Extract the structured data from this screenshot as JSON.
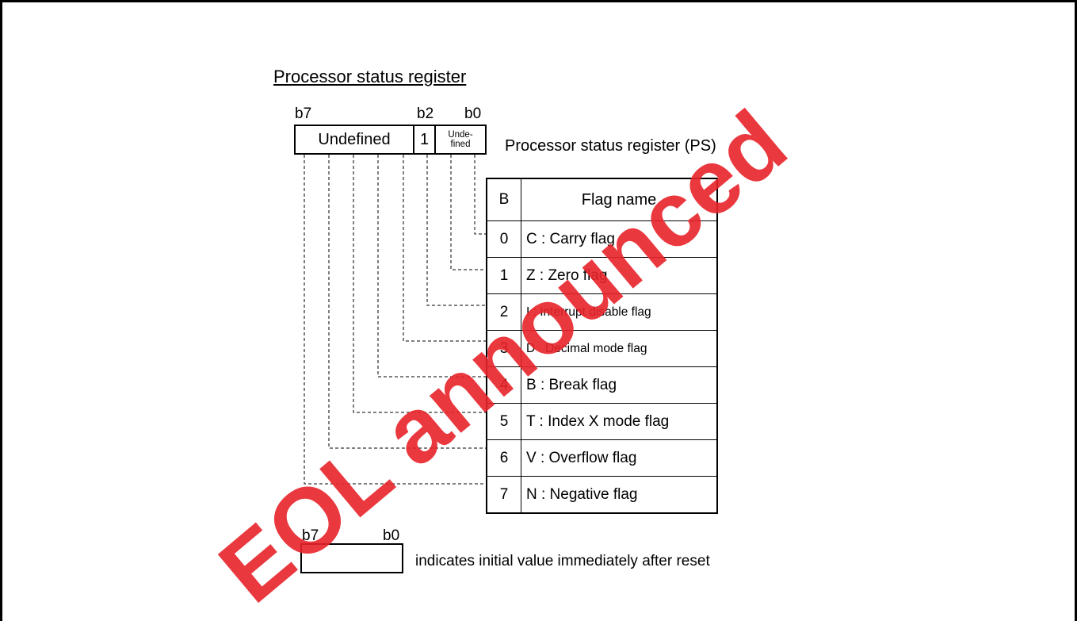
{
  "title": "Processor status register",
  "register": {
    "bit_labels": {
      "b7": "b7",
      "b2": "b2",
      "b0": "b0"
    },
    "cells": {
      "undefined_wide": "Undefined",
      "fixed_one": "1",
      "undefined_small_top": "Unde-",
      "undefined_small_bottom": "fined"
    },
    "name": "Processor status register (PS)"
  },
  "table": {
    "header": {
      "bit": "B",
      "name": "Flag name"
    },
    "rows": [
      {
        "bit": "0",
        "name": "C : Carry flag"
      },
      {
        "bit": "1",
        "name": "Z : Zero flag"
      },
      {
        "bit": "2",
        "name": "I : Interrupt disable flag"
      },
      {
        "bit": "3",
        "name": "D   Decimal mode flag"
      },
      {
        "bit": "4",
        "name": "B : Break flag"
      },
      {
        "bit": "5",
        "name": "T : Index X mode flag"
      },
      {
        "bit": "6",
        "name": "V : Overflow flag"
      },
      {
        "bit": "7",
        "name": "N : Negative flag"
      }
    ]
  },
  "legend": {
    "b7": "b7",
    "b0": "b0",
    "text": "indicates initial value immediately after reset"
  },
  "watermark": {
    "text": "EOL announced",
    "color": "#e8222a"
  }
}
